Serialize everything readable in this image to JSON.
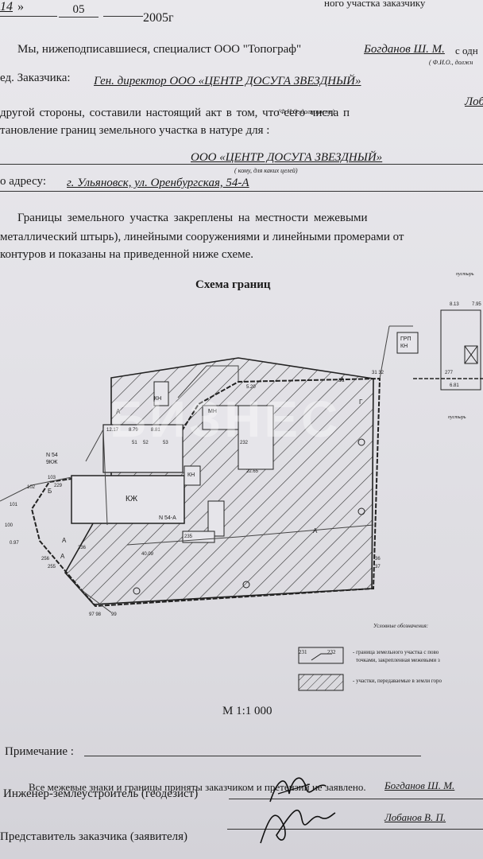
{
  "header": {
    "date_day": "14",
    "date_sep": "»",
    "date_month": "05",
    "date_year": "2005г",
    "top_right": "ного участка заказчику"
  },
  "body": {
    "line1_prefix": "Мы, нижеподписавшиеся, специалист ООО \"Топограф\"",
    "line1_name": "Богданов Ш. М.",
    "line1_suffix": "с одн",
    "line1_note": "( Ф.И.О., должн",
    "line2_prefix": "ед. Заказчика:",
    "line2_value": "Ген.  директор  ООО   «ЦЕНТР ДОСУГА ЗВЕЗДНЫЙ»",
    "line2_suffix": "Лоб",
    "line2_note": "(Ф.И.О. должность)",
    "line3": "другой  стороны,  составили   настоящий  акт  в  том,   что  сего   числа   п",
    "line4": "тановление границ  земельного  участка  в  натуре  для  :",
    "client": "ООО «ЦЕНТР ДОСУГА ЗВЕЗДНЫЙ»",
    "client_note": "( кому, для каких целей)",
    "address_prefix": "о адресу:",
    "address_value": "г.  Ульяновск, ул.  Оренбургская,  54-А",
    "para1": "Границы  земельного    участка    закреплены  на  местности    межевыми",
    "para2": "металлический  штырь),  линейными  сооружениями    и  линейными  промерами  от",
    "para3": "контуров и показаны   на   приведенной  ниже  схеме."
  },
  "scheme": {
    "title": "Схема границ",
    "label_kzh": "КЖ",
    "label_kn1": "КН",
    "label_kn2": "КН",
    "label_mn": "МН",
    "label_grp": "ГРП\nКН",
    "label_n54": "N 54\n9КЖ",
    "label_n54a": "N 54-А",
    "label_pustyr1": "пустырь",
    "label_pustyr2": "пустырь",
    "label_a": "А",
    "label_g": "Г",
    "scale": "М 1:1 000"
  },
  "legend": {
    "title": "Условные обозначения:",
    "item1_num1": "231",
    "item1_num2": "232",
    "item1_text": "- граница земельного участка с пово",
    "item1_text2": "точками, закрепленная межевыми з",
    "item2_text": "- участки, передаваемые в земли горо"
  },
  "footer": {
    "note_label": "Примечание :",
    "all_signs": "Все межевые знаки и границы приняты заказчиком и претензий не заявлено.",
    "engineer_label": "Инженер-землеустроитель (геодезист)",
    "engineer_name": "Богданов Ш. М.",
    "rep_label": "Представитель заказчика (заявителя)",
    "rep_name": "Лобанов  В.  П."
  },
  "watermark": "БИЗНЕС"
}
